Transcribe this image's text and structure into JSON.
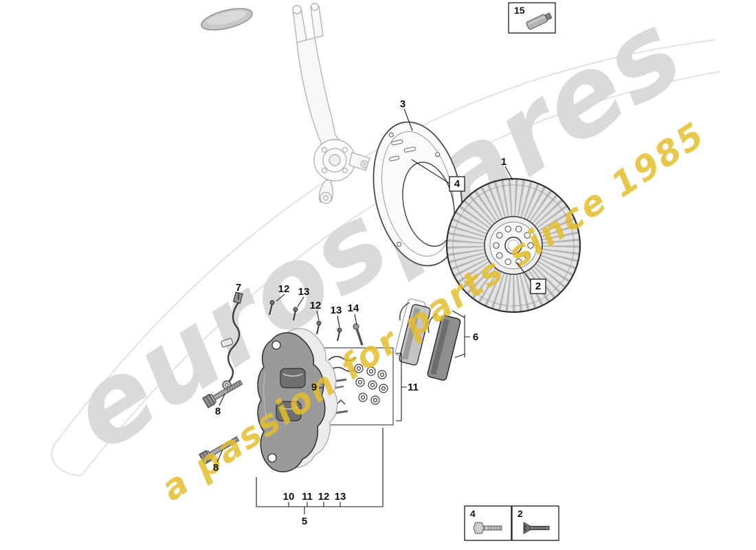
{
  "page": {
    "background": "#ffffff"
  },
  "watermark": {
    "brand": "eurospares",
    "tagline": "a passion for parts since 1985",
    "brand_color": "#d6d6d6",
    "tagline_color": "#e3bf2e"
  },
  "callouts": {
    "disc": "1",
    "disc_screw": "2",
    "shield": "3",
    "shield_bolt": "4",
    "caliper": "5",
    "pads": "6",
    "hose": "7",
    "bolt_upper": "8",
    "bolt_lower": "8",
    "kit_left": "9",
    "kit_right": "11",
    "row1_pin": "12",
    "row1_lock": "13",
    "row2_pin": "12",
    "row2_lock": "13",
    "row2_guide": "14",
    "bottom_a": "10",
    "bottom_b": "11",
    "bottom_c": "12",
    "bottom_d": "13"
  },
  "legend": {
    "grease": {
      "id": "15",
      "icon": "grease-tube-icon"
    },
    "hex_bolt": {
      "id": "4",
      "icon": "hex-bolt-icon"
    },
    "countersunk_screw": {
      "id": "2",
      "icon": "countersunk-screw-icon"
    }
  }
}
